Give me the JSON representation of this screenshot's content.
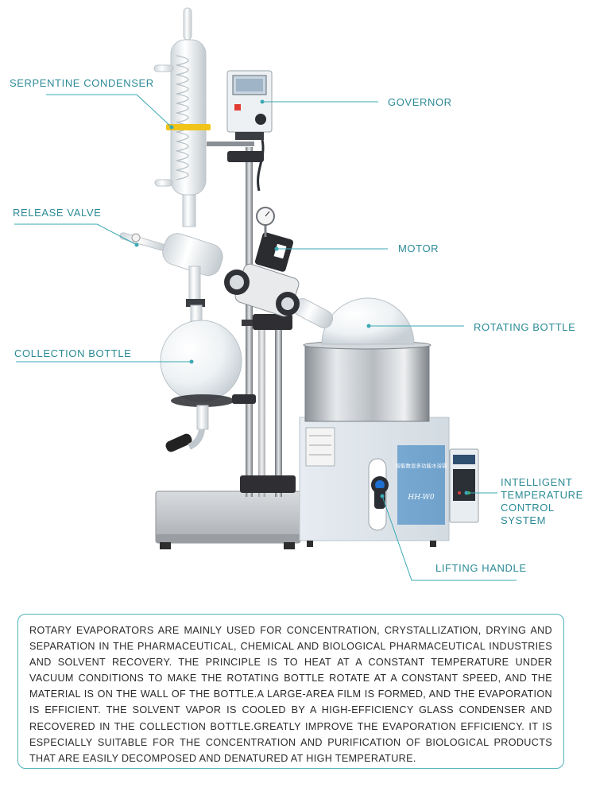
{
  "labels": {
    "serpentine_condenser": "SERPENTINE CONDENSER",
    "governor": "GOVERNOR",
    "release_valve": "RELEASE VALVE",
    "motor": "MOTOR",
    "rotating_bottle": "ROTATING BOTTLE",
    "collection_bottle": "COLLECTION BOTTLE",
    "intelligent_line1": "INTELLIGENT",
    "intelligent_line2": "TEMPERATURE",
    "intelligent_line3": "CONTROL SYSTEM",
    "lifting_handle": "LIFTING HANDLE"
  },
  "device_text": {
    "panel_title": "智能数显多功能水浴锅",
    "model": "HH-W0"
  },
  "description": "ROTARY EVAPORATORS ARE MAINLY USED FOR CONCENTRATION, CRYSTALLIZATION, DRYING AND SEPARATION IN THE PHARMACEUTICAL, CHEMICAL AND BIOLOGICAL PHARMACEUTICAL INDUSTRIES AND SOLVENT RECOVERY. THE PRINCIPLE IS TO HEAT AT A CONSTANT TEMPERATURE UNDER VACUUM CONDITIONS TO MAKE THE ROTATING BOTTLE ROTATE AT A CONSTANT SPEED, AND THE MATERIAL IS ON THE WALL OF THE BOTTLE.A LARGE-AREA FILM IS FORMED, AND THE EVAPORATION IS EFFICIENT. THE SOLVENT VAPOR IS COOLED BY A HIGH-EFFICIENCY GLASS CONDENSER AND RECOVERED IN THE COLLECTION BOTTLE.GREATLY IMPROVE THE EVAPORATION EFFICIENCY. IT IS ESPECIALLY SUITABLE FOR THE CONCENTRATION AND PURIFICATION OF BIOLOGICAL PRODUCTS THAT ARE EASILY DECOMPOSED AND DENATURED AT HIGH TEMPERATURE.",
  "colors": {
    "accent": "#2b8a96",
    "leader_line": "#3aa9b5",
    "box_border": "#4fb3bd"
  }
}
